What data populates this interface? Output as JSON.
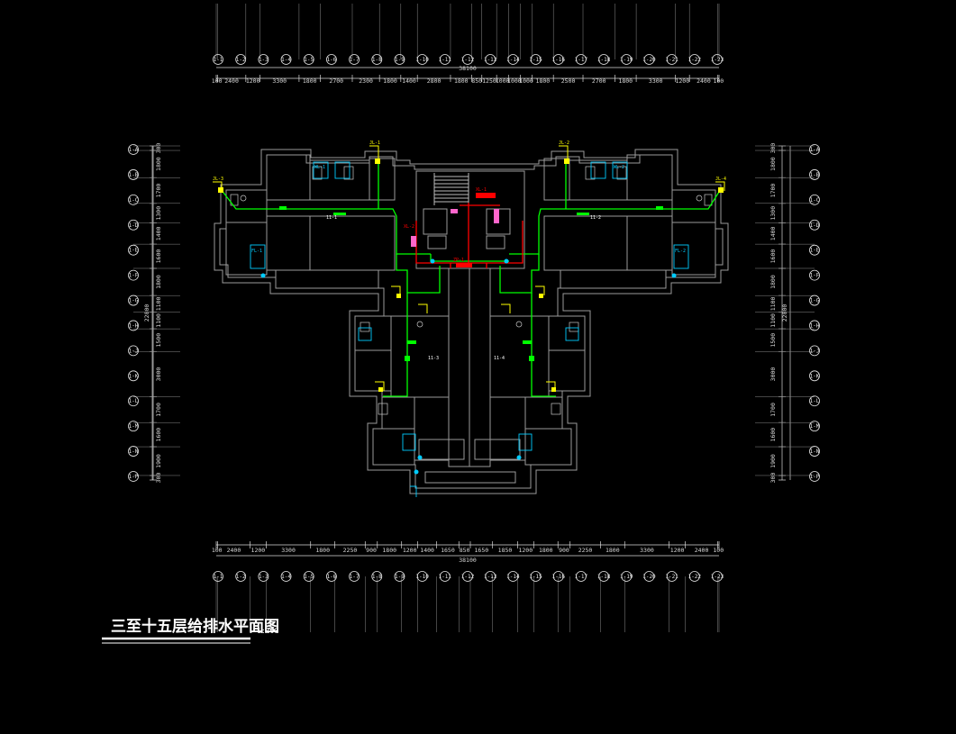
{
  "drawing": {
    "title": "三至十五层给排水平面图",
    "scale": "1:100",
    "colors": {
      "background": "#000000",
      "wall": "#9a9a9a",
      "water_supply": "#00ff00",
      "fire_pipe": "#ff0000",
      "riser_tag": "#ffff00",
      "drain_tag": "#00ccff",
      "axis": "#ffffff"
    }
  },
  "top_dims": {
    "segments": [
      "100",
      "2400",
      "1200",
      "3300",
      "1800",
      "2700",
      "2300",
      "1800",
      "1400",
      "2800",
      "1800",
      "850",
      "1250",
      "1000",
      "1000",
      "1000",
      "1800",
      "2500",
      "2700",
      "1800",
      "3300",
      "1200",
      "2400",
      "100"
    ],
    "total": "38100"
  },
  "bottom_dims": {
    "segments": [
      "100",
      "2400",
      "1200",
      "3300",
      "1800",
      "2250",
      "900",
      "1800",
      "1200",
      "1400",
      "1650",
      "850",
      "1650",
      "1850",
      "1200",
      "1800",
      "900",
      "2250",
      "1800",
      "3300",
      "1200",
      "2400",
      "100"
    ],
    "total": "38100"
  },
  "left_dims": {
    "segments": [
      "300",
      "1800",
      "1700",
      "1300",
      "1400",
      "1600",
      "1800",
      "1100",
      "1100",
      "1500",
      "3000",
      "1700",
      "1600",
      "1900",
      "300"
    ],
    "total": "22800"
  },
  "right_dims": {
    "segments": [
      "300",
      "1800",
      "1700",
      "1300",
      "1400",
      "1600",
      "1800",
      "1100",
      "1100",
      "1500",
      "3000",
      "1700",
      "1600",
      "1900",
      "300"
    ],
    "total": "22800"
  },
  "axis_labels": {
    "top": [
      "1-1",
      "1-2",
      "1-3",
      "1-4",
      "1-5",
      "1-6",
      "1-7",
      "1-8",
      "1-9",
      "1-10",
      "1-11",
      "1-12",
      "1-13",
      "1-14",
      "1-15",
      "1-16",
      "1-17",
      "1-18",
      "1-19",
      "1-20",
      "1-21",
      "1-22",
      "1-23"
    ],
    "left": [
      "1-A",
      "1-B",
      "1-C",
      "1-D",
      "1-E",
      "1-F",
      "1-G",
      "1-H",
      "1-J",
      "1-K",
      "1-L",
      "1-M",
      "1-N",
      "1-P"
    ]
  },
  "units": [
    "11-1",
    "11-2",
    "11-3",
    "11-4"
  ],
  "pipe_tags": [
    "JL-1",
    "JL-2",
    "JL-3",
    "JL-4",
    "WL-1",
    "WL-2",
    "FL-1",
    "FL-2",
    "XL-1",
    "XL-2",
    "ZP-1"
  ]
}
